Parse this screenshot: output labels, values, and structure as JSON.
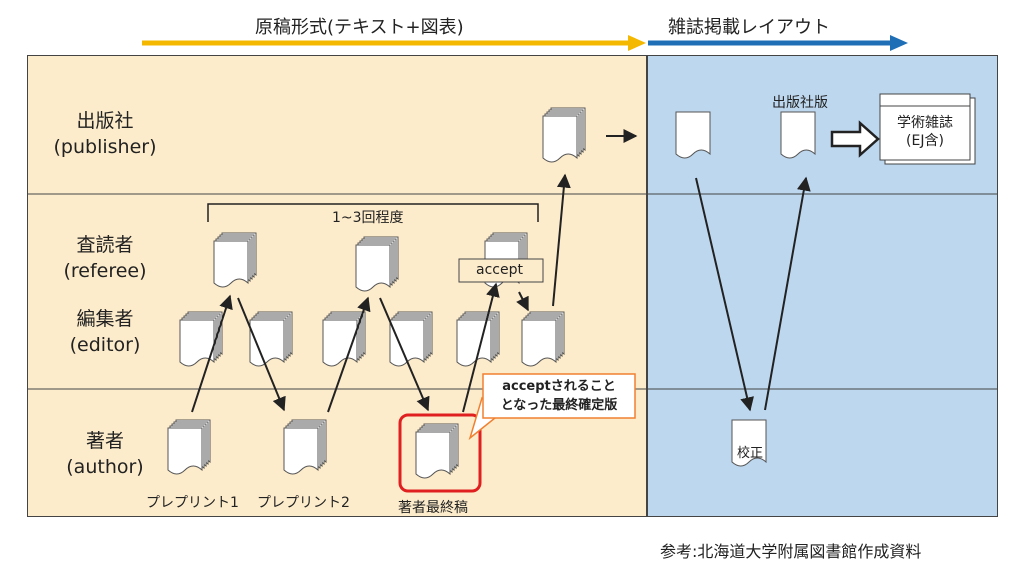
{
  "phases": {
    "manuscript": "原稿形式(テキスト+図表)",
    "journal": "雑誌掲載レイアウト"
  },
  "roles": {
    "publisher": {
      "name": "出版社",
      "en": "(publisher)"
    },
    "referee": {
      "name": "査読者",
      "en": "(referee)"
    },
    "editor": {
      "name": "編集者",
      "en": "(editor)"
    },
    "author": {
      "name": "著者",
      "en": "(author)"
    }
  },
  "labels": {
    "rounds": "1~3回程度",
    "accept": "accept",
    "callout_line1": "acceptされること",
    "callout_line2": "となった最終確定版",
    "preprint1": "プレプリント1",
    "preprint2": "プレプリント2",
    "final_manuscript": "著者最終稿",
    "publisher_version": "出版社版",
    "journal_line1": "学術雑誌",
    "journal_line2": "(EJ含)",
    "proof": "校正"
  },
  "source": "参考:北海道大学附属図書館作成資料",
  "colors": {
    "manuscript_bg": "#fdeccb",
    "journal_bg": "#bdd7ee",
    "manuscript_arrow": "#f5b800",
    "journal_arrow": "#1f6fb7",
    "highlight": "#e02020",
    "callout_border": "#f08030"
  }
}
